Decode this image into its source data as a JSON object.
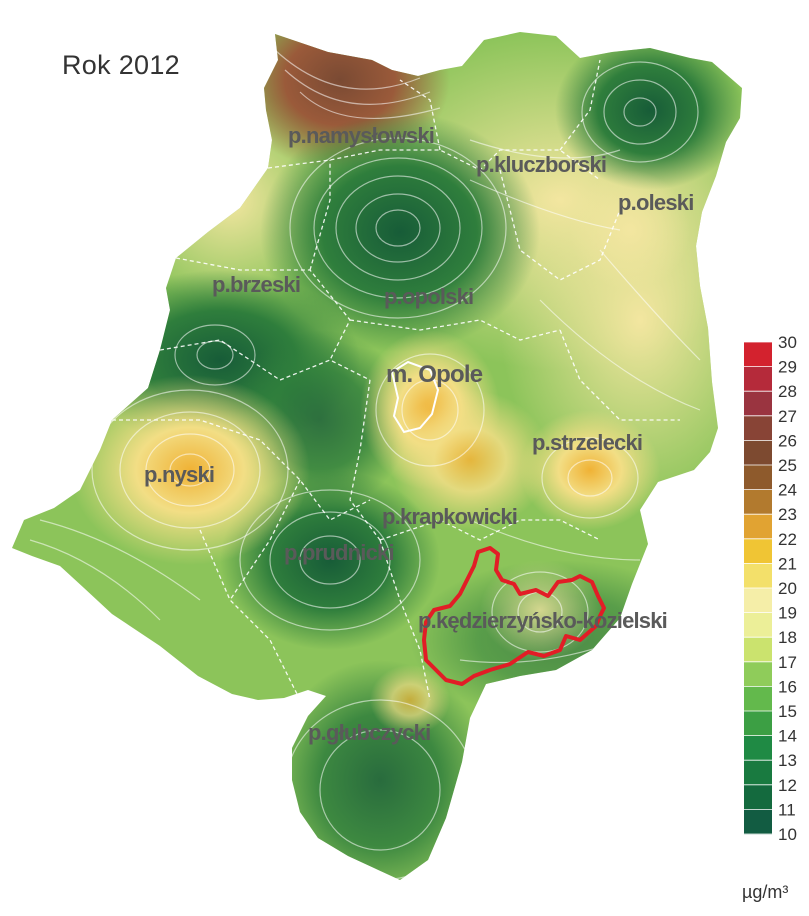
{
  "title": "Rok 2012",
  "unit": "µg/m³",
  "districts": [
    {
      "name": "p.namysłowski"
    },
    {
      "name": "p.kluczborski"
    },
    {
      "name": "p.oleski"
    },
    {
      "name": "p.brzeski"
    },
    {
      "name": "p.opolski"
    },
    {
      "name": "m. Opole"
    },
    {
      "name": "p.strzelecki"
    },
    {
      "name": "p.nyski"
    },
    {
      "name": "p.krapkowicki"
    },
    {
      "name": "p.prudnicki"
    },
    {
      "name": "p.kędzierzyńsko-kozielski"
    },
    {
      "name": "p.głubczycki"
    }
  ],
  "legend": {
    "min": 10,
    "max": 30,
    "ticks": [
      "30",
      "29",
      "28",
      "27",
      "26",
      "25",
      "24",
      "23",
      "22",
      "21",
      "20",
      "19",
      "18",
      "17",
      "16",
      "15",
      "14",
      "13",
      "12",
      "11",
      "10"
    ],
    "colors": [
      "#d3222e",
      "#b52a3a",
      "#9a3440",
      "#884436",
      "#7d4a30",
      "#8e5a2c",
      "#b27a2e",
      "#e1a332",
      "#f0c534",
      "#f3e06a",
      "#f5eea8",
      "#ecef98",
      "#cbe36e",
      "#8fcc5a",
      "#63b94c",
      "#3c9f44",
      "#1f8a44",
      "#197a40",
      "#146a3e",
      "#125c42",
      "#134c40"
    ]
  },
  "highlight_outline": {
    "color": "#e21d26",
    "district": "p.kędzierzyńsko-kozielski"
  }
}
